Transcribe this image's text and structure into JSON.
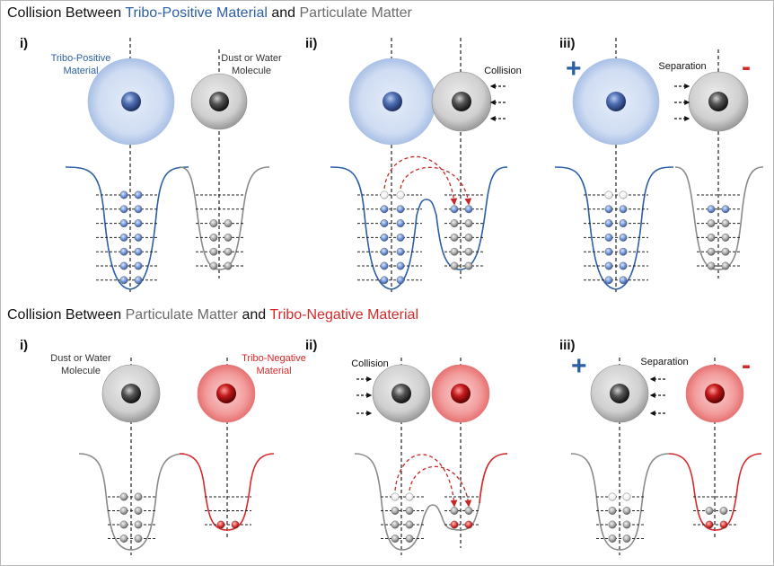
{
  "sections": [
    {
      "title_parts": [
        "Collision Between ",
        "Tribo-Positive Material",
        " and ",
        "Particulate Matter"
      ],
      "panels": [
        {
          "numeral": "i)",
          "label_left": "Tribo-Positive\nMaterial",
          "label_right": "Dust or Water\nMolecule"
        },
        {
          "numeral": "ii)",
          "action": "Collision"
        },
        {
          "numeral": "iii)",
          "action": "Separation",
          "sign_left": "+",
          "sign_right": "-"
        }
      ]
    },
    {
      "title_parts": [
        "Collision Between ",
        "Particulate Matter",
        " and ",
        "Tribo-Negative Material"
      ],
      "panels": [
        {
          "numeral": "i)",
          "label_left": "Dust or Water\nMolecule",
          "label_right": "Tribo-Negative\nMaterial"
        },
        {
          "numeral": "ii)",
          "action": "Collision"
        },
        {
          "numeral": "iii)",
          "action": "Separation",
          "sign_left": "+",
          "sign_right": "-"
        }
      ]
    }
  ],
  "colors": {
    "tribo_positive": "#2b5fa6",
    "particulate": "#888888",
    "tribo_negative": "#d62a2a",
    "electron_blue": "#6f93d6",
    "electron_gray": "#a8a8a8",
    "electron_red": "#e03535"
  }
}
